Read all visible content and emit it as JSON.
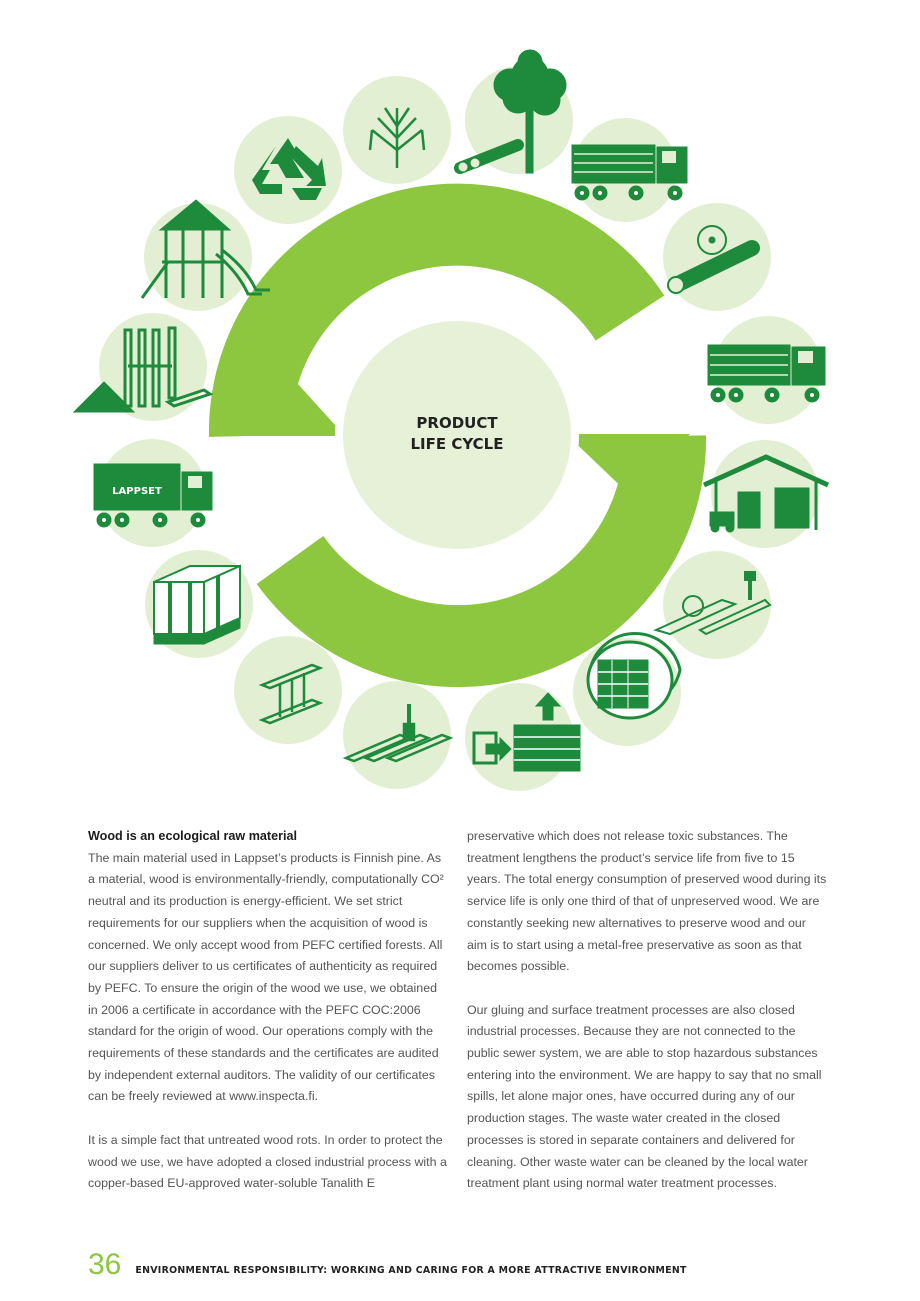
{
  "figure": {
    "center_title_line1": "PRODUCT",
    "center_title_line2": "LIFE CYCLE",
    "truck_logo_text": "LAPPSET",
    "colors": {
      "dark_green": "#1e8a3c",
      "ring_green": "#8dc63f",
      "circle_bg": "#e3efd3",
      "center_bg": "#e6f1d8"
    },
    "stages": [
      {
        "icon": "pine-seedling-icon"
      },
      {
        "icon": "tree-and-logs-icon"
      },
      {
        "icon": "log-truck-icon"
      },
      {
        "icon": "sawing-log-icon"
      },
      {
        "icon": "lumber-truck-icon"
      },
      {
        "icon": "warehouse-forklift-icon"
      },
      {
        "icon": "sawmill-machining-icon"
      },
      {
        "icon": "drying-kiln-icon"
      },
      {
        "icon": "impregnation-icon"
      },
      {
        "icon": "painting-boards-icon"
      },
      {
        "icon": "assembled-parts-icon"
      },
      {
        "icon": "packaged-pallets-icon"
      },
      {
        "icon": "lappset-delivery-truck-icon"
      },
      {
        "icon": "installation-icon"
      },
      {
        "icon": "playground-tower-icon"
      },
      {
        "icon": "recycle-icon"
      }
    ]
  },
  "article": {
    "heading": "Wood is an ecological raw material",
    "left_paragraphs": [
      "The main material used in Lappset’s products is Finnish pine. As a material, wood is environmentally-friendly, computationally CO² neutral and its production is energy-efficient. We set strict requirements for our suppliers when the acquisition of wood is concerned. We only accept wood from PEFC certified forests. All our suppliers deliver to us certificates of authenticity as required by PEFC. To ensure the origin of the wood we use, we obtained in 2006 a certificate in accordance with the PEFC COC:2006 standard for the origin of wood. Our operations comply with the requirements of these standards and the certificates are audited by independent external auditors. The validity of our certificates can be freely reviewed at www.inspecta.fi.",
      "It is a simple fact that untreated wood rots. In order to protect the wood we use, we have adopted a closed industrial process with a copper-based EU-approved water-soluble Tanalith E"
    ],
    "right_paragraphs": [
      "preservative which does not release toxic substances. The treatment lengthens the product’s service life from five to 15 years. The total energy consumption of preserved wood during its service life is only one third of that of unpreserved wood. We are constantly seeking new alternatives to preserve wood and our aim is to start using a metal-free preservative as soon as that becomes possible.",
      "Our gluing and surface treatment processes are also closed industrial processes. Because they are not connected to the public sewer system, we are able to stop hazardous substances entering into the environment. We are happy to say that no small spills, let alone major ones, have occurred during any of our production stages. The waste water created in the closed processes is stored in separate containers and delivered for cleaning. Other waste water can be cleaned by the local water treatment plant using normal water treatment processes."
    ]
  },
  "footer": {
    "page_number": "36",
    "text": "ENVIRONMENTAL RESPONSIBILITY: WORKING AND CARING FOR A MORE ATTRACTIVE ENVIRONMENT"
  }
}
